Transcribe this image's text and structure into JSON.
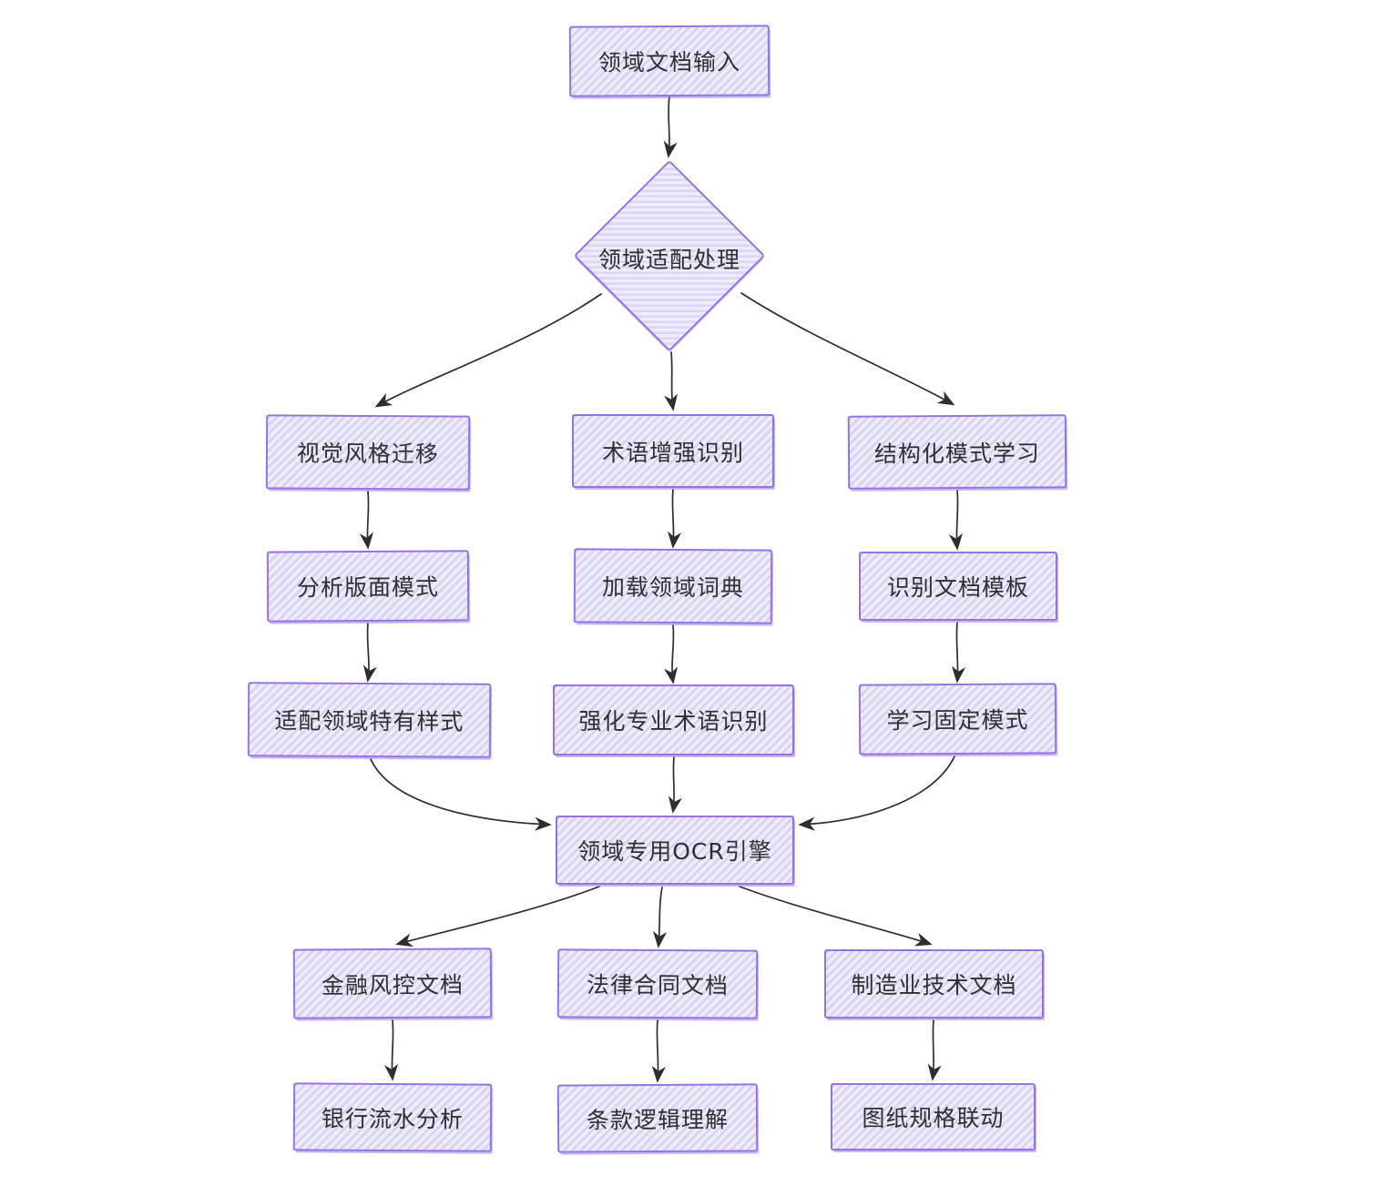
{
  "diagram": {
    "type": "flowchart",
    "style": "hand-drawn",
    "colors": {
      "node_border": "#9673e4",
      "node_fill_stripe": "#d8d0f3",
      "node_fill_light": "#efecfa",
      "text": "#2f2f2f",
      "arrow": "#2e2e2e",
      "background": "#ffffff"
    },
    "nodes": {
      "input": {
        "label": "领域文档输入",
        "shape": "rectangle"
      },
      "decision": {
        "label": "领域适配处理",
        "shape": "diamond"
      },
      "visual": {
        "label": "视觉风格迁移",
        "shape": "rectangle"
      },
      "term": {
        "label": "术语增强识别",
        "shape": "rectangle"
      },
      "struct": {
        "label": "结构化模式学习",
        "shape": "rectangle"
      },
      "layout": {
        "label": "分析版面模式",
        "shape": "rectangle"
      },
      "dict": {
        "label": "加载领域词典",
        "shape": "rectangle"
      },
      "template": {
        "label": "识别文档模板",
        "shape": "rectangle"
      },
      "styles": {
        "label": "适配领域特有样式",
        "shape": "rectangle"
      },
      "enhance": {
        "label": "强化专业术语识别",
        "shape": "rectangle"
      },
      "fixed": {
        "label": "学习固定模式",
        "shape": "rectangle"
      },
      "engine": {
        "label": "领域专用OCR引擎",
        "shape": "rectangle"
      },
      "finance": {
        "label": "金融风控文档",
        "shape": "rectangle"
      },
      "legal": {
        "label": "法律合同文档",
        "shape": "rectangle"
      },
      "manu": {
        "label": "制造业技术文档",
        "shape": "rectangle"
      },
      "bank": {
        "label": "银行流水分析",
        "shape": "rectangle"
      },
      "clause": {
        "label": "条款逻辑理解",
        "shape": "rectangle"
      },
      "drawing": {
        "label": "图纸规格联动",
        "shape": "rectangle"
      }
    },
    "edges": [
      {
        "from": "领域文档输入",
        "to": "领域适配处理"
      },
      {
        "from": "领域适配处理",
        "to": "视觉风格迁移"
      },
      {
        "from": "领域适配处理",
        "to": "术语增强识别"
      },
      {
        "from": "领域适配处理",
        "to": "结构化模式学习"
      },
      {
        "from": "视觉风格迁移",
        "to": "分析版面模式"
      },
      {
        "from": "分析版面模式",
        "to": "适配领域特有样式"
      },
      {
        "from": "术语增强识别",
        "to": "加载领域词典"
      },
      {
        "from": "加载领域词典",
        "to": "强化专业术语识别"
      },
      {
        "from": "结构化模式学习",
        "to": "识别文档模板"
      },
      {
        "from": "识别文档模板",
        "to": "学习固定模式"
      },
      {
        "from": "适配领域特有样式",
        "to": "领域专用OCR引擎"
      },
      {
        "from": "强化专业术语识别",
        "to": "领域专用OCR引擎"
      },
      {
        "from": "学习固定模式",
        "to": "领域专用OCR引擎"
      },
      {
        "from": "领域专用OCR引擎",
        "to": "金融风控文档"
      },
      {
        "from": "领域专用OCR引擎",
        "to": "法律合同文档"
      },
      {
        "from": "领域专用OCR引擎",
        "to": "制造业技术文档"
      },
      {
        "from": "金融风控文档",
        "to": "银行流水分析"
      },
      {
        "from": "法律合同文档",
        "to": "条款逻辑理解"
      },
      {
        "from": "制造业技术文档",
        "to": "图纸规格联动"
      }
    ]
  }
}
